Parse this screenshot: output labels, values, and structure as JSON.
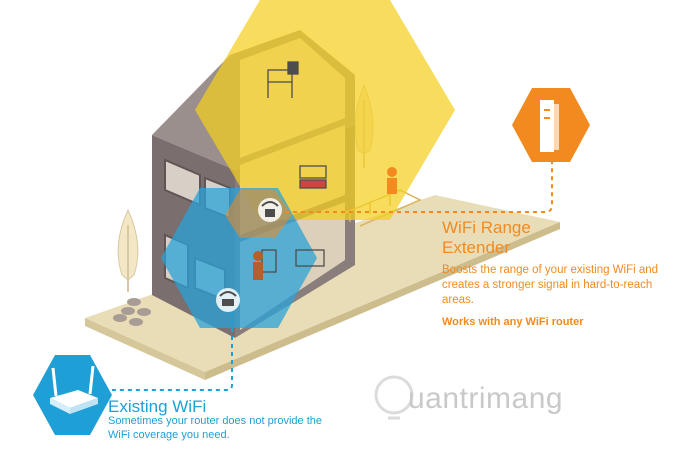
{
  "extender": {
    "title": "WiFi Range Extender",
    "description": "Boosts the range of your existing WiFi and creates a stronger signal in hard-to-reach areas.",
    "note": "Works with any WiFi router",
    "color": "#f28a1f",
    "icon": "extender-device-icon"
  },
  "existing": {
    "title": "Existing WiFi",
    "description": "Sometimes your router does not provide the WiFi coverage you need.",
    "color": "#1e9fd6",
    "icon": "router-device-icon"
  },
  "watermark": "uantrimang",
  "colors": {
    "coverage_yellow": "#f4cf1e",
    "coverage_blue": "#2aa3d8",
    "house_wall": "#7a6e6e",
    "ground": "#e9ddb8"
  }
}
